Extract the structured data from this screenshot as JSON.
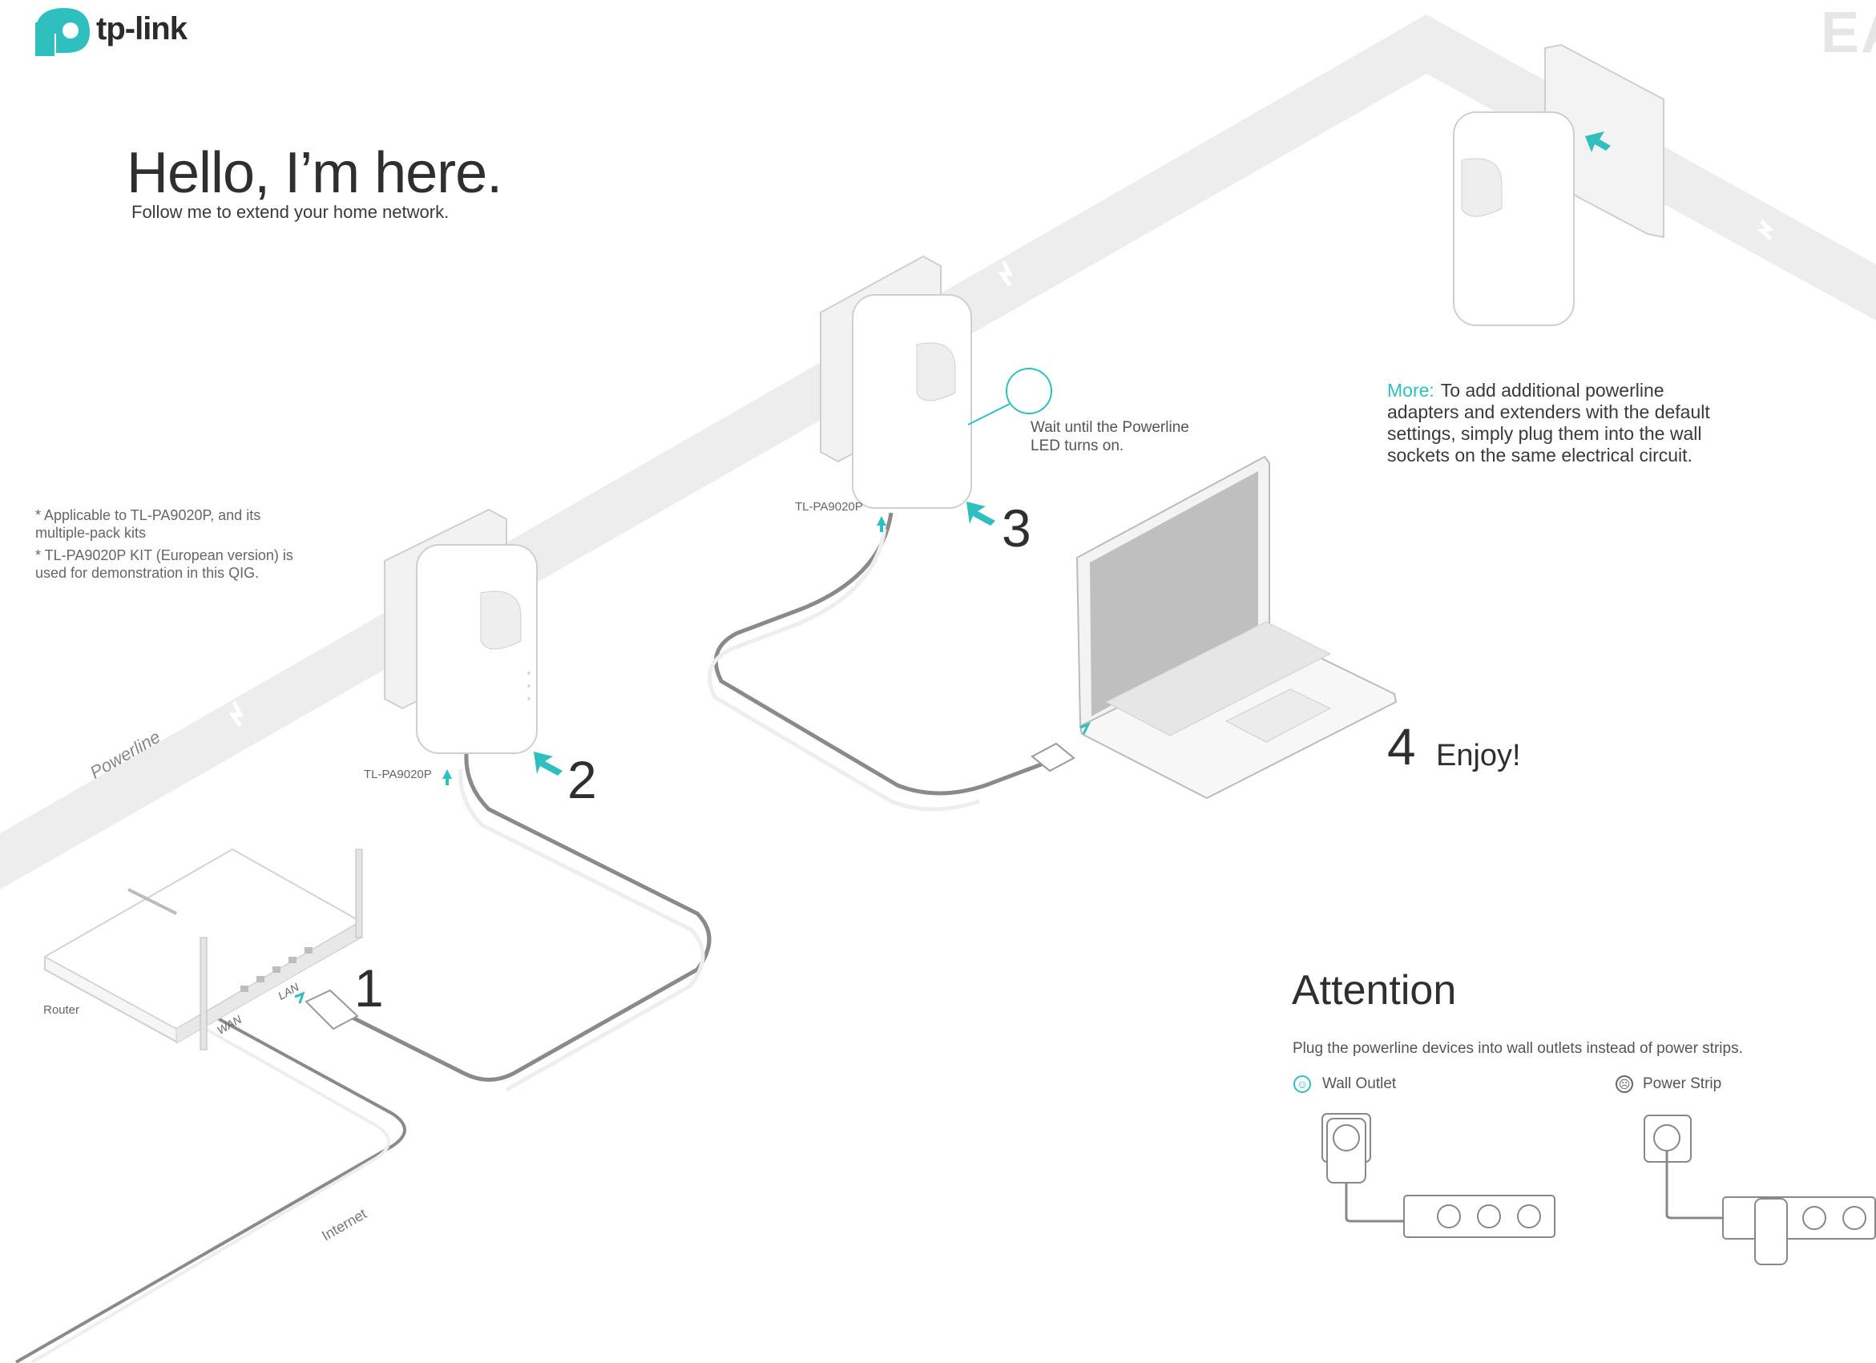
{
  "brand": {
    "name": "tp-link",
    "logo_color": "#2fbfbf"
  },
  "hero": {
    "title": "Hello, I’m here.",
    "subtitle": "Follow me to extend your home network."
  },
  "notes": [
    "* Applicable to TL-PA9020P, and its multiple-pack kits",
    "* TL-PA9020P KIT (European version) is used for demonstration in this QIG."
  ],
  "cert_mark": "EAC",
  "labels": {
    "powerline": "Powerline",
    "internet": "Internet",
    "router": "Router",
    "lan": "LAN",
    "wan": "WAN",
    "adapter_1": "TL-PA9020P",
    "adapter_2": "TL-PA9020P"
  },
  "steps": [
    {
      "number": "1"
    },
    {
      "number": "2"
    },
    {
      "number": "3",
      "note": "Wait until the Powerline LED turns on."
    },
    {
      "number": "4",
      "text": "Enjoy!"
    }
  ],
  "more": {
    "label": "More:",
    "text": "To add additional powerline adapters and extenders with the default settings, simply plug them into the wall sockets on the same electrical circuit."
  },
  "attention": {
    "title": "Attention",
    "text": "Plug the powerline devices into wall outlets instead of power strips.",
    "good": {
      "label": "Wall Outlet",
      "icon": "smile-icon"
    },
    "bad": {
      "label": "Power Strip",
      "icon": "frown-icon"
    }
  },
  "colors": {
    "accent": "#2fbfbf",
    "band": "#eeeeee",
    "cable": "#8a8a8a",
    "text": "#3a3a3a"
  }
}
